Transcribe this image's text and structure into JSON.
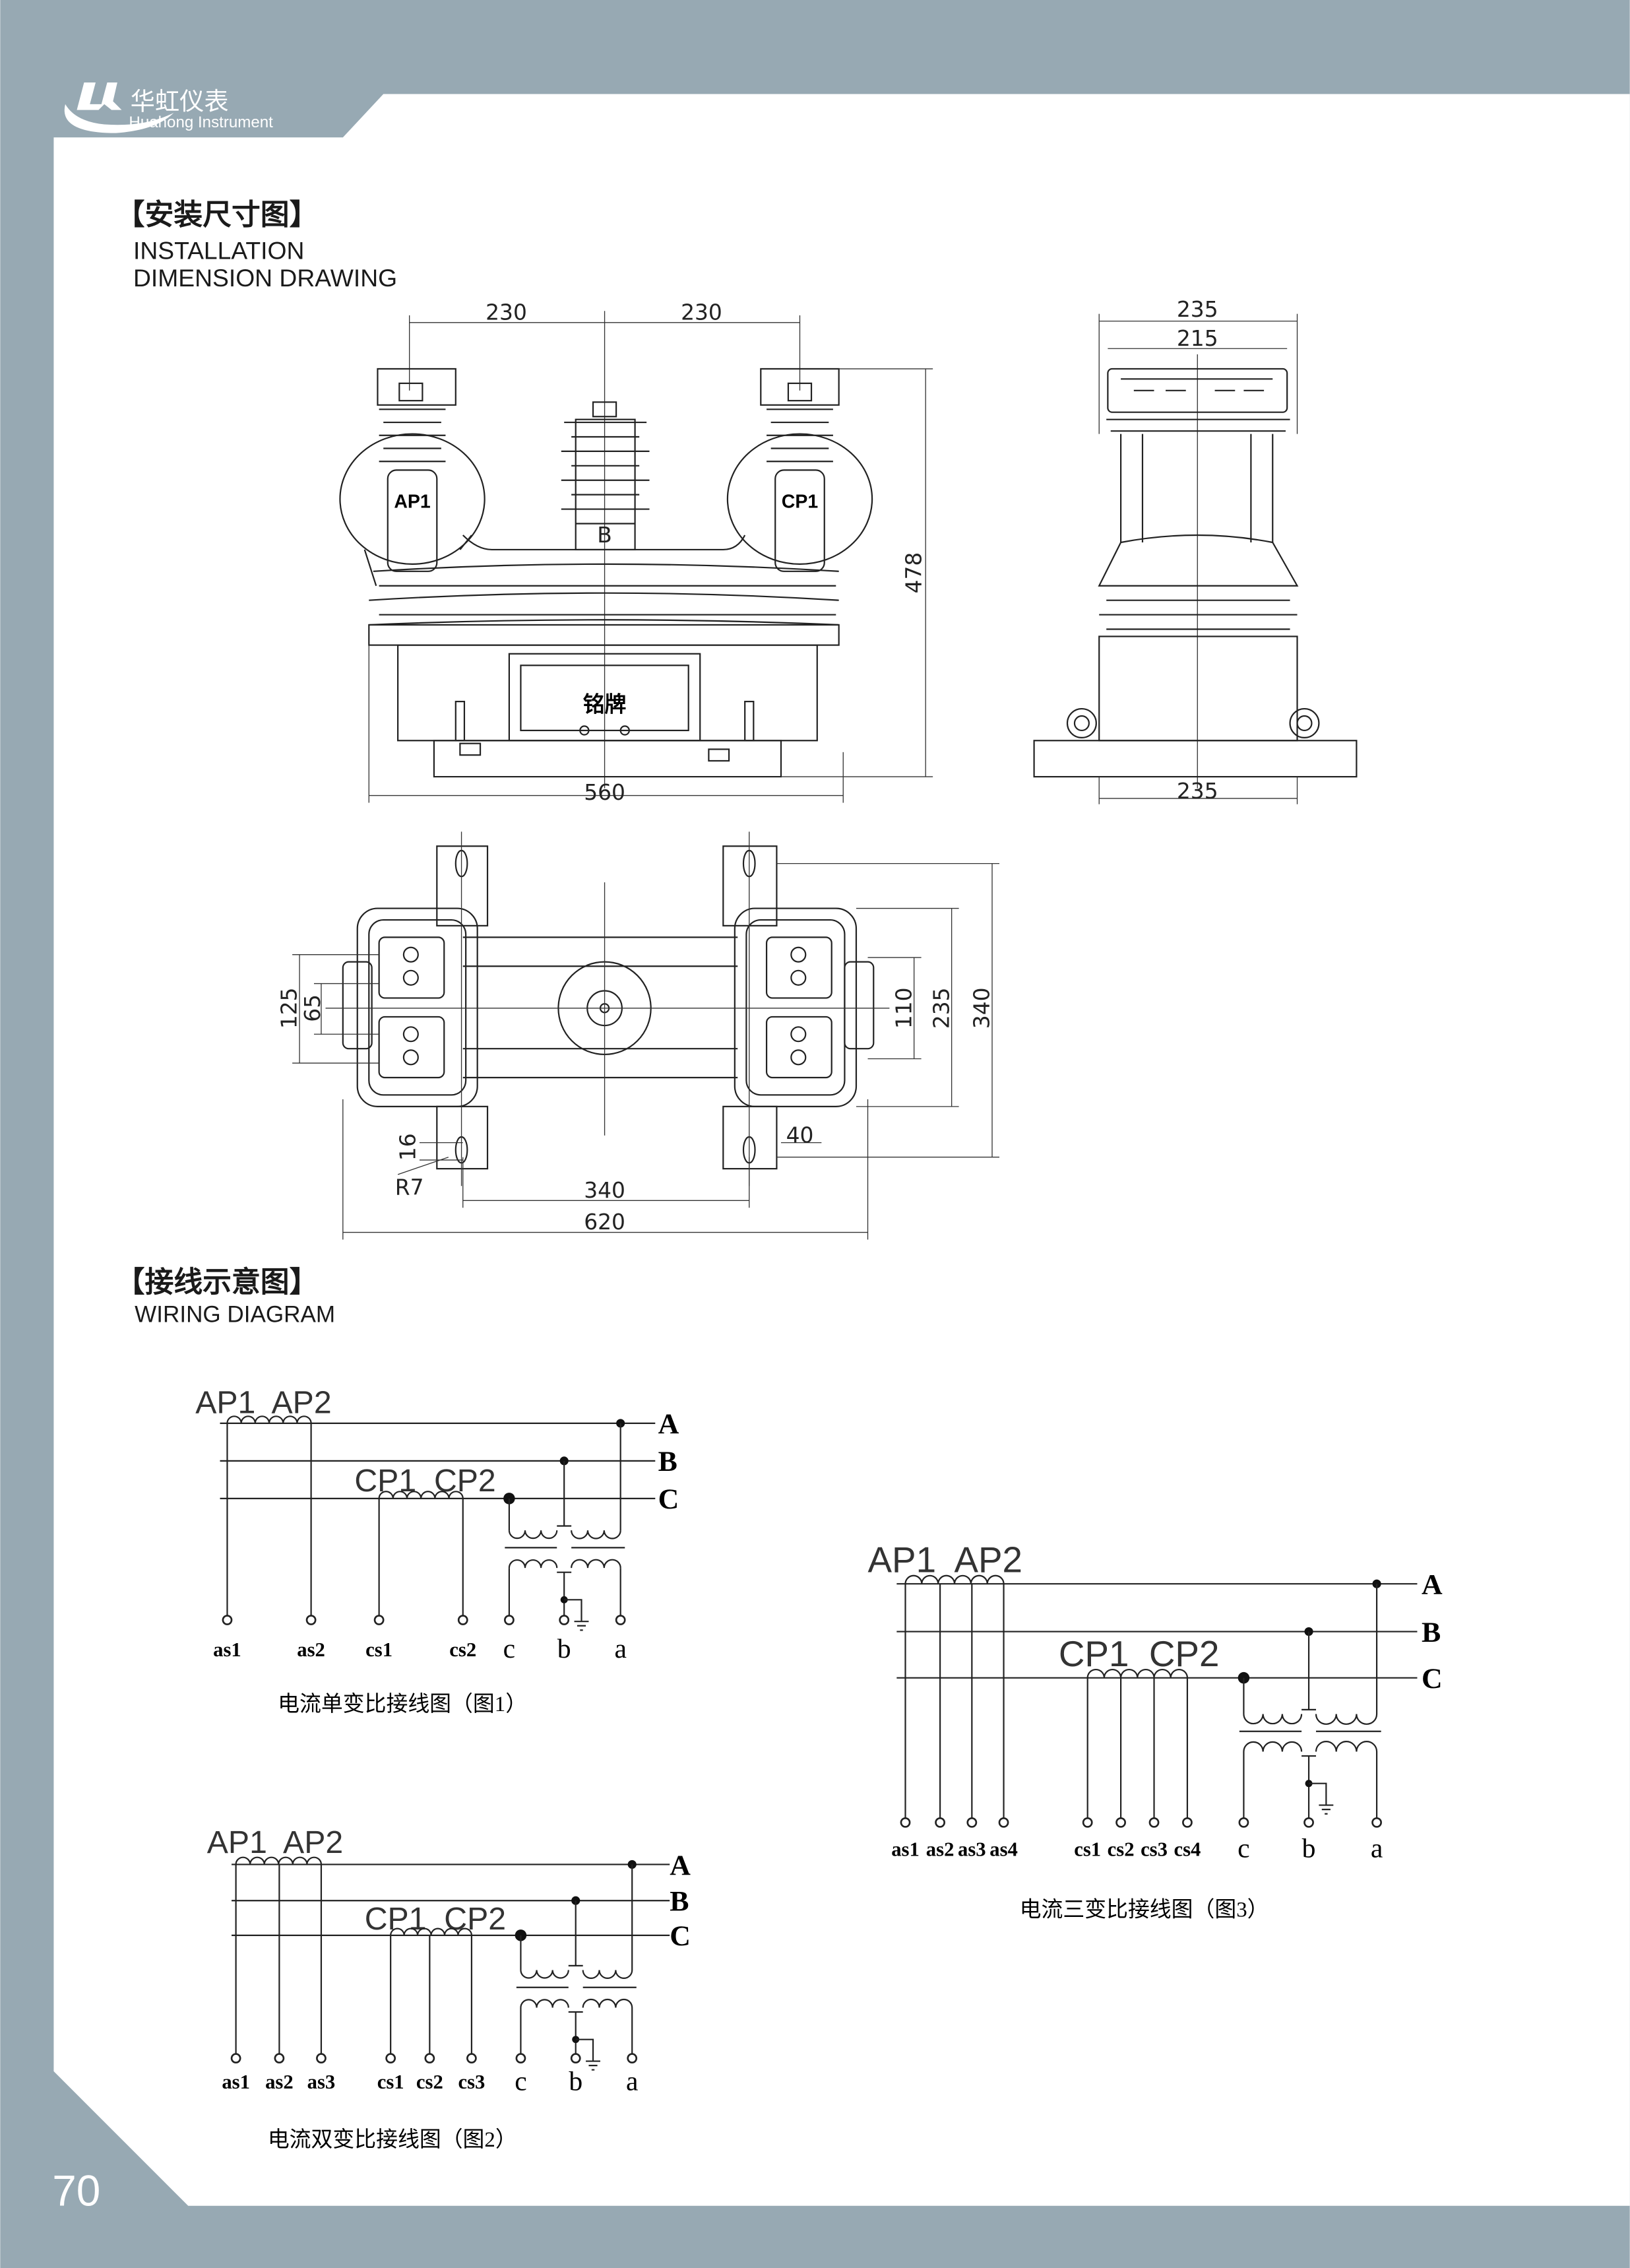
{
  "brand": {
    "name_cn": "华虹仪表",
    "name_en": "Huahong Instrument"
  },
  "colors": {
    "band": "#97a9b3",
    "ink": "#1a1a1a"
  },
  "page_number": "70",
  "section_install": {
    "title_cn": "【安装尺寸图】",
    "title_en_1": "INSTALLATION",
    "title_en_2": "DIMENSION DRAWING"
  },
  "front_view": {
    "dim_left": "230",
    "dim_right": "230",
    "dim_height": "478",
    "dim_width": "560",
    "label_ap1": "AP1",
    "label_cp1": "CP1",
    "label_b": "B",
    "nameplate": "铭牌"
  },
  "side_view": {
    "dim_top_outer": "235",
    "dim_top_inner": "215",
    "dim_bottom": "235"
  },
  "top_view": {
    "dim_340_h": "340",
    "dim_620": "620",
    "dim_110": "110",
    "dim_235": "235",
    "dim_340_v": "340",
    "dim_125": "125",
    "dim_65": "65",
    "dim_16": "16",
    "dim_r7": "R7",
    "dim_40": "40"
  },
  "section_wiring": {
    "title_cn": "【接线示意图】",
    "title_en": "WIRING DIAGRAM"
  },
  "wiring": [
    {
      "ap_label": "AP1  AP2",
      "cp_label": "CP1  CP2",
      "lines": [
        "A",
        "B",
        "C"
      ],
      "s_terms": [
        "as1",
        "as2",
        "cs1",
        "cs2"
      ],
      "v_terms": [
        "c",
        "b",
        "a"
      ],
      "caption": "电流单变比接线图（图1）"
    },
    {
      "ap_label": "AP1  AP2",
      "cp_label": "CP1  CP2",
      "lines": [
        "A",
        "B",
        "C"
      ],
      "s_terms": [
        "as1",
        "as2",
        "as3",
        "cs1",
        "cs2",
        "cs3"
      ],
      "v_terms": [
        "c",
        "b",
        "a"
      ],
      "caption": "电流双变比接线图（图2）"
    },
    {
      "ap_label": "AP1  AP2",
      "cp_label": "CP1  CP2",
      "lines": [
        "A",
        "B",
        "C"
      ],
      "s_terms": [
        "as1",
        "as2",
        "as3",
        "as4",
        "cs1",
        "cs2",
        "cs3",
        "cs4"
      ],
      "v_terms": [
        "c",
        "b",
        "a"
      ],
      "caption": "电流三变比接线图（图3）"
    }
  ]
}
